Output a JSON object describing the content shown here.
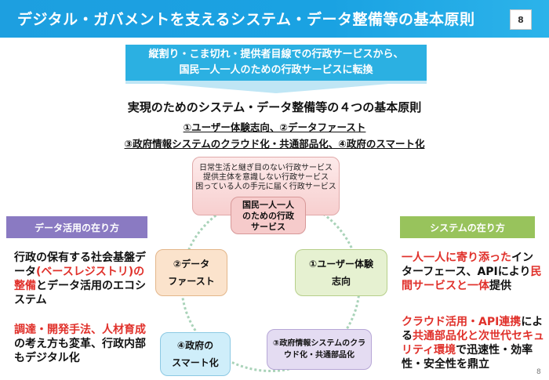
{
  "header": {
    "title": "デジタル・ガバメントを支えるシステム・データ整備等の基本原則",
    "page_number": "8"
  },
  "banner": {
    "line1": "縦割り・こま切れ・提供者目線での行政サービスから、",
    "line2": "国民一人一人のための行政サービスに転換"
  },
  "principles": {
    "title": "実現のためのシステム・データ整備等の４つの基本原則",
    "line1": "①ユーザー体験志向、②データファースト",
    "line2": "③政府情報システムのクラウド化・共通部品化、④政府のスマート化"
  },
  "callout": {
    "line1": "日常生活と継ぎ目のない行政サービス",
    "line2": "提供主体を意識しない行政サービス",
    "line3": "困っている人の手元に届く行政サービス"
  },
  "center": {
    "line1": "国民一人一人",
    "line2": "のための行政",
    "line3": "サービス"
  },
  "nodes": {
    "data_first": {
      "line1": "②データ",
      "line2": "ファースト"
    },
    "user_first": {
      "line1": "①ユーザー体験",
      "line2": "志向"
    },
    "smart": {
      "line1": "④政府の",
      "line2": "スマート化"
    },
    "cloud": {
      "line1": "③政府情報システムのクラ",
      "line2": "ウド化・共通部品化"
    }
  },
  "left_panel": {
    "header": "データ活用の在り方",
    "p1_a": "行政の保有する社会基盤データ",
    "p1_red": "(ベースレジストリ)の整備",
    "p1_b": "とデータ活用のエコシステム",
    "p2_red": "調達・開発手法、人材育成",
    "p2_b": "の考え方も変革、行政内部もデジタル化"
  },
  "right_panel": {
    "header": "システムの在り方",
    "p1_red": "一人一人に寄り添った",
    "p1_a": "インターフェース、APIにより",
    "p1_red2": "民間サービスと一体",
    "p1_b": "提供",
    "p2_red": "クラウド活用・API連携",
    "p2_a": "による",
    "p2_red2": "共通部品化と次世代セキュリティ環境",
    "p2_b": "で迅速性・効率性・安全性を鼎立"
  },
  "footer": {
    "page": "8"
  }
}
